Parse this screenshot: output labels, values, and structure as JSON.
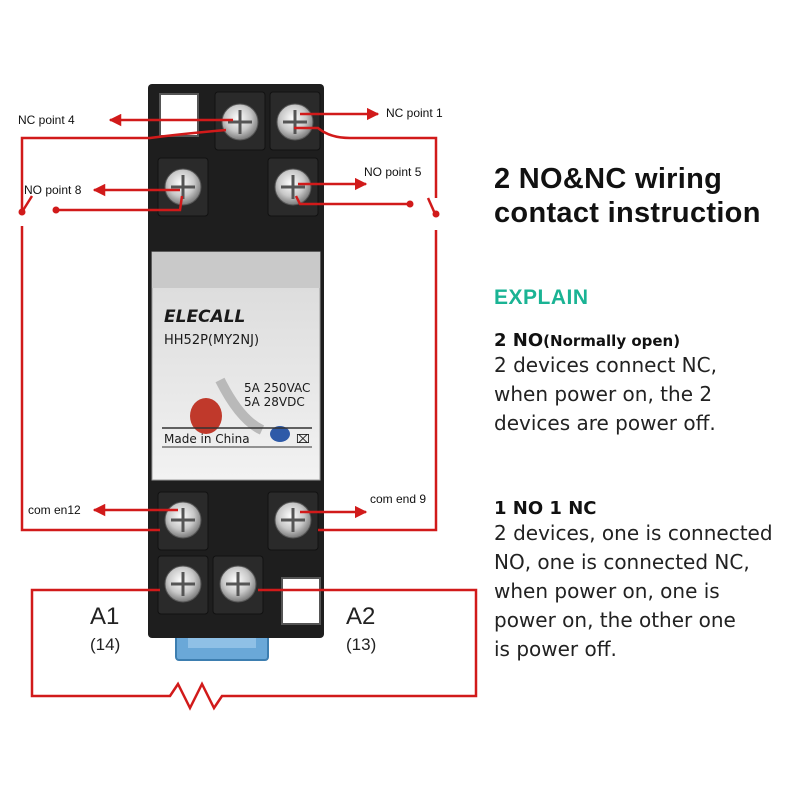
{
  "diagram": {
    "labels": {
      "nc_point_4": "NC point 4",
      "nc_point_1": "NC point 1",
      "no_point_8": "NO point 8",
      "no_point_5": "NO point 5",
      "com_en12": "com en12",
      "com_end_9": "com end 9",
      "a1": "A1",
      "a1_sub": "(14)",
      "a2": "A2",
      "a2_sub": "(13)"
    },
    "relay": {
      "brand": "ELECALL",
      "model": "HH52P(MY2NJ)",
      "rating_ac": "5A 250VAC",
      "rating_dc": "5A 28VDC",
      "origin": "Made in China"
    },
    "colors": {
      "wire": "#d11a1a",
      "relay_body": "#1e1e1e",
      "clip": "#6aa8d8"
    }
  },
  "instructions": {
    "title_line1": "2 NO&NC wiring",
    "title_line2": "contact instruction",
    "explain": "EXPLAIN",
    "section1": {
      "heading": "2 NO",
      "heading_note": "(Normally open)",
      "lines": [
        "2 devices connect NC,",
        "when power on, the 2",
        "devices are power off."
      ]
    },
    "section2": {
      "heading": "1 NO 1 NC",
      "lines": [
        "2 devices, one is connected",
        "NO, one is connected NC,",
        "when power on, one is",
        "power on, the other one",
        "is power off."
      ]
    }
  }
}
